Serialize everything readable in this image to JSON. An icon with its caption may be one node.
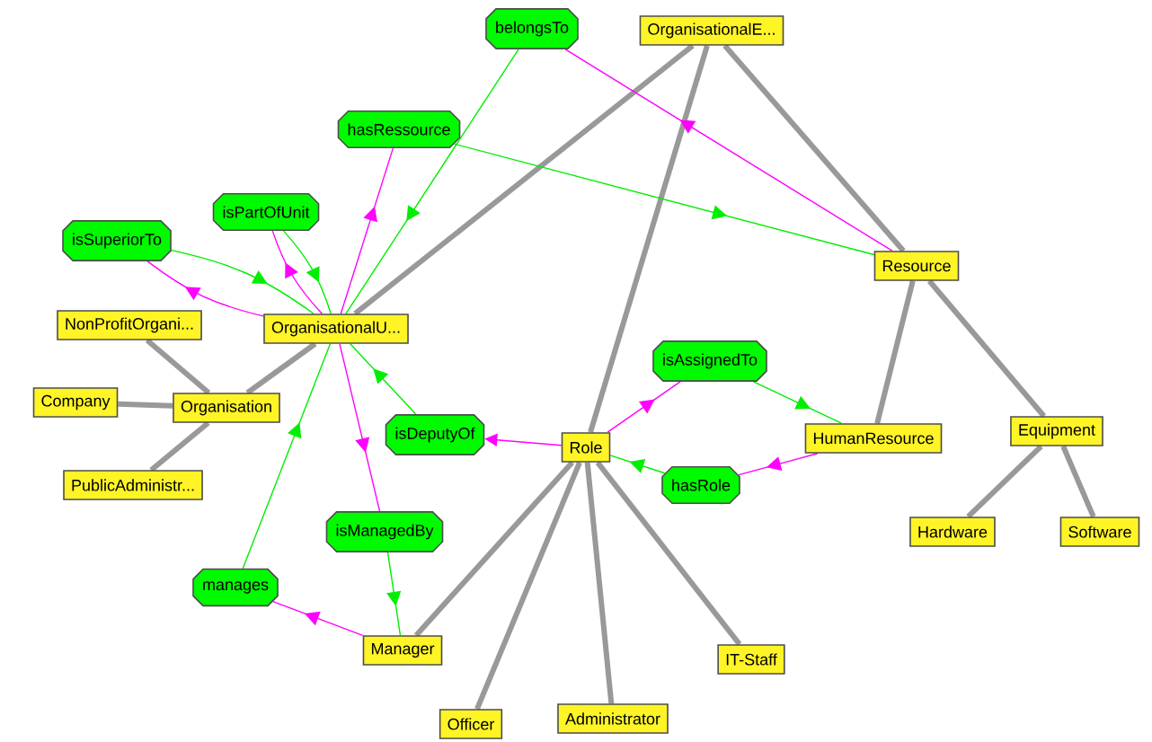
{
  "diagram": {
    "nodes": [
      {
        "text": [
          "belongsTo"
        ]
      },
      {
        "text": [
          "OrganisationalE..."
        ]
      },
      {
        "text": [
          "hasRessource"
        ]
      },
      {
        "text": [
          "isPartOfUnit"
        ]
      },
      {
        "text": [
          "isSuperiorTo"
        ]
      },
      {
        "text": [
          "Resource"
        ]
      },
      {
        "text": [
          "NonProfitOrgani..."
        ]
      },
      {
        "text": [
          "OrganisationalU..."
        ]
      },
      {
        "text": [
          "isAssignedTo"
        ]
      },
      {
        "text": [
          "Company"
        ]
      },
      {
        "text": [
          "Organisation"
        ]
      },
      {
        "text": [
          "Equipment"
        ]
      },
      {
        "text": [
          "isDeputyOf"
        ]
      },
      {
        "text": [
          "Role"
        ]
      },
      {
        "text": [
          "HumanResource"
        ]
      },
      {
        "text": [
          "hasRole"
        ]
      },
      {
        "text": [
          "PublicAdministr..."
        ]
      },
      {
        "text": [
          "Hardware"
        ]
      },
      {
        "text": [
          "Software"
        ]
      },
      {
        "text": [
          "isManagedBy"
        ]
      },
      {
        "text": [
          "manages"
        ]
      },
      {
        "text": [
          "Manager"
        ]
      },
      {
        "text": [
          "IT-Staff"
        ]
      },
      {
        "text": [
          "Officer"
        ]
      },
      {
        "text": [
          "Administrator"
        ]
      }
    ],
    "edges": [
      {
        "from": 1,
        "to": 7,
        "arrow": "none",
        "style": "thick",
        "color": "#999999"
      },
      {
        "from": 1,
        "to": 13,
        "arrow": "none",
        "style": "thick",
        "color": "#999999"
      },
      {
        "from": 1,
        "to": 5,
        "arrow": "none",
        "style": "thick",
        "color": "#999999"
      },
      {
        "from": 5,
        "to": 14,
        "arrow": "none",
        "style": "thick",
        "color": "#999999"
      },
      {
        "from": 5,
        "to": 11,
        "arrow": "none",
        "style": "thick",
        "color": "#999999"
      },
      {
        "from": 11,
        "to": 17,
        "arrow": "none",
        "style": "thick",
        "color": "#999999"
      },
      {
        "from": 11,
        "to": 18,
        "arrow": "none",
        "style": "thick",
        "color": "#999999"
      },
      {
        "from": 7,
        "to": 10,
        "arrow": "none",
        "style": "thick",
        "color": "#999999"
      },
      {
        "from": 10,
        "to": 6,
        "arrow": "none",
        "style": "thick",
        "color": "#999999"
      },
      {
        "from": 10,
        "to": 9,
        "arrow": "none",
        "style": "thick",
        "color": "#999999"
      },
      {
        "from": 10,
        "to": 16,
        "arrow": "none",
        "style": "thick",
        "color": "#999999"
      },
      {
        "from": 13,
        "to": 21,
        "arrow": "none",
        "style": "thick",
        "color": "#999999"
      },
      {
        "from": 13,
        "to": 23,
        "arrow": "none",
        "style": "thick",
        "color": "#999999"
      },
      {
        "from": 13,
        "to": 24,
        "arrow": "none",
        "style": "thick",
        "color": "#999999"
      },
      {
        "from": 13,
        "to": 22,
        "arrow": "none",
        "style": "thick",
        "color": "#999999"
      },
      {
        "from": 5,
        "to": 0,
        "arrow": "to",
        "color": "#ff00ff"
      },
      {
        "from": 0,
        "to": 7,
        "arrow": "to",
        "color": "#00ee00"
      },
      {
        "from": 7,
        "to": 2,
        "arrow": "to",
        "color": "#ff00ff"
      },
      {
        "from": 2,
        "to": 5,
        "arrow": "to",
        "color": "#00ee00"
      },
      {
        "from": 7,
        "to": 3,
        "arrow": "to",
        "color": "#ff00ff"
      },
      {
        "from": 3,
        "to": 7,
        "arrow": "to",
        "color": "#00ee00"
      },
      {
        "from": 7,
        "to": 4,
        "arrow": "to",
        "color": "#ff00ff"
      },
      {
        "from": 4,
        "to": 7,
        "arrow": "to",
        "color": "#00ee00"
      },
      {
        "from": 13,
        "to": 12,
        "arrow": "to",
        "color": "#ff00ff"
      },
      {
        "from": 12,
        "to": 7,
        "arrow": "to",
        "color": "#00ee00"
      },
      {
        "from": 7,
        "to": 19,
        "arrow": "to",
        "color": "#ff00ff"
      },
      {
        "from": 19,
        "to": 21,
        "arrow": "to",
        "color": "#00ee00"
      },
      {
        "from": 21,
        "to": 20,
        "arrow": "to",
        "color": "#ff00ff"
      },
      {
        "from": 20,
        "to": 7,
        "arrow": "to",
        "color": "#00ee00"
      },
      {
        "from": 13,
        "to": 8,
        "arrow": "to",
        "color": "#ff00ff"
      },
      {
        "from": 8,
        "to": 14,
        "arrow": "to",
        "color": "#00ee00"
      },
      {
        "from": 14,
        "to": 15,
        "arrow": "to",
        "color": "#ff00ff"
      },
      {
        "from": 15,
        "to": 13,
        "arrow": "to",
        "color": "#00ee00"
      }
    ]
  }
}
